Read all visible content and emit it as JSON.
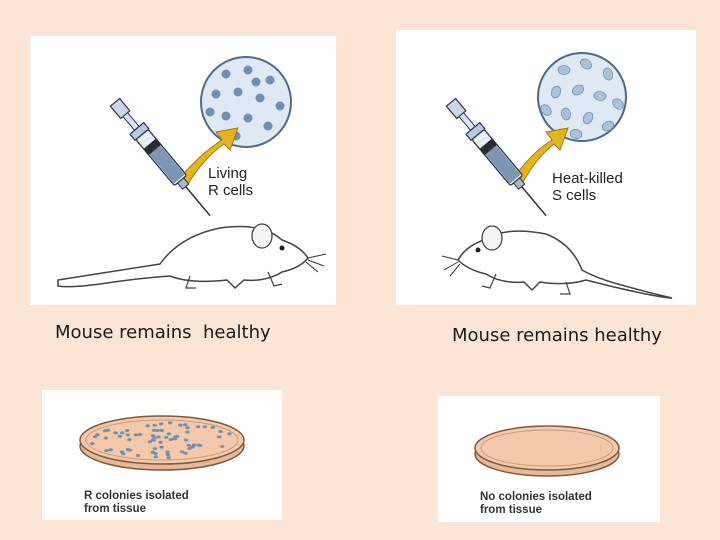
{
  "experiments": {
    "left": {
      "cell_label_line1": "Living",
      "cell_label_line2": "R cells",
      "outcome": "Mouse remains  healthy",
      "dish_caption_line1": "R colonies isolated",
      "dish_caption_line2": "from tissue"
    },
    "right": {
      "cell_label_line1": "Heat-killed",
      "cell_label_line2": "S cells",
      "outcome": "Mouse remains healthy",
      "dish_caption_line1": "No colonies isolated",
      "dish_caption_line2": "from tissue"
    }
  },
  "colors": {
    "background": "#fbe5d5",
    "arrow": "#e5b41a",
    "cell_dot": "#6f8fb4",
    "dish_agar": "#f3c9a9"
  }
}
